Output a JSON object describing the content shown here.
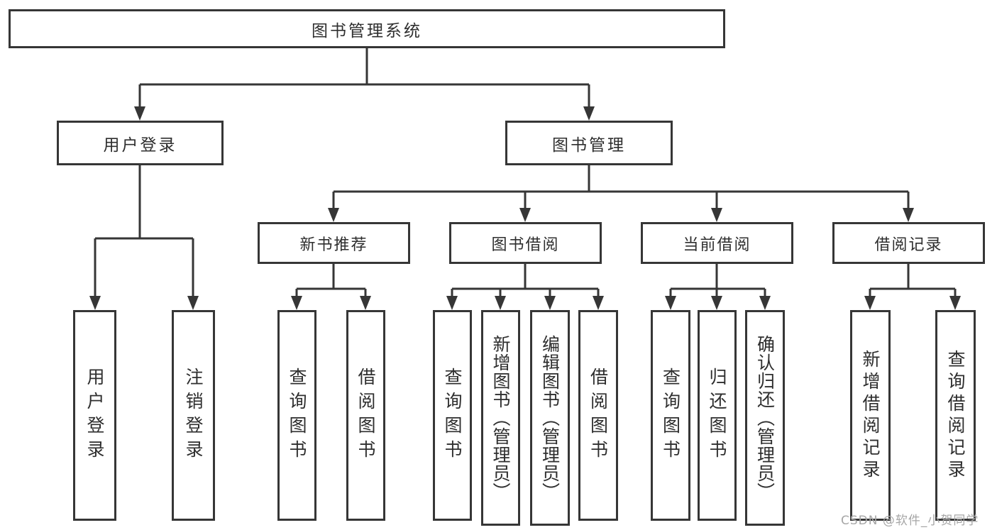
{
  "diagram": {
    "root": {
      "label": "图书管理系统"
    },
    "level2": [
      {
        "label": "用户登录"
      },
      {
        "label": "图书管理"
      }
    ],
    "level3": [
      {
        "label": "新书推荐"
      },
      {
        "label": "图书借阅"
      },
      {
        "label": "当前借阅"
      },
      {
        "label": "借阅记录"
      }
    ],
    "leaves": [
      {
        "label": "用户登录"
      },
      {
        "label": "注销登录"
      },
      {
        "label": "查询图书"
      },
      {
        "label": "借阅图书"
      },
      {
        "label": "查询图书"
      },
      {
        "label": "新增图书（管理员）"
      },
      {
        "label": "编辑图书（管理员）"
      },
      {
        "label": "借阅图书"
      },
      {
        "label": "查询图书"
      },
      {
        "label": "归还图书"
      },
      {
        "label": "确认归还（管理员）"
      },
      {
        "label": "新增借阅记录"
      },
      {
        "label": "查询借阅记录"
      }
    ],
    "colors": {
      "line": "#363636",
      "text": "#2e2e2e",
      "background": "#ffffff"
    }
  },
  "watermark": {
    "text": "CSDN @软件_小贺同学",
    "color": "#a6a6a6"
  }
}
